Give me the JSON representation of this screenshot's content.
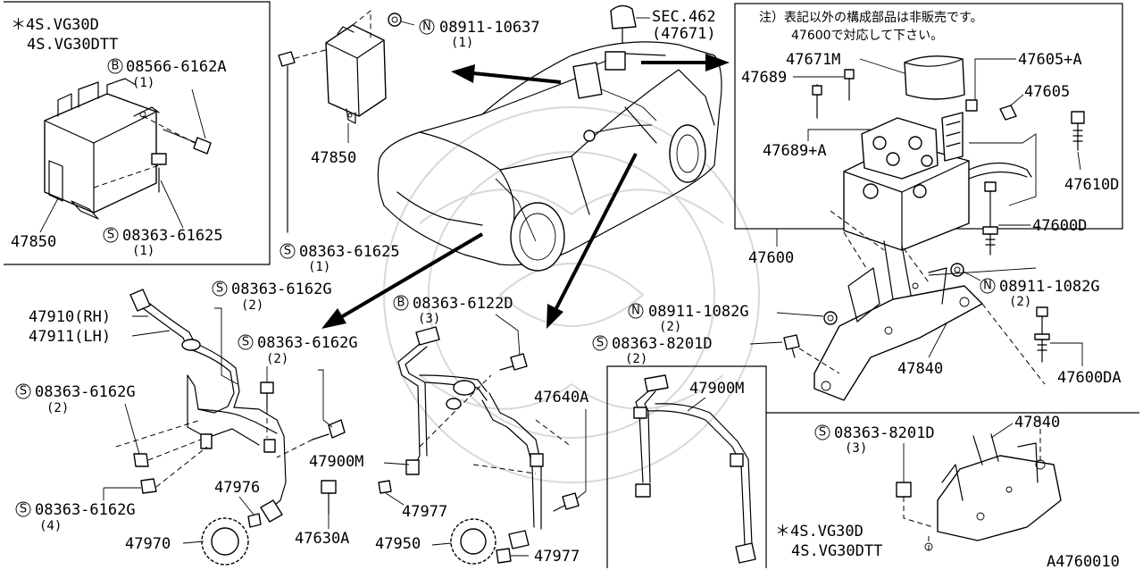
{
  "diagram_code": "A4760010",
  "note_jp": {
    "line1": "注）表記以外の構成部品は非販売です。",
    "line2": "47600で対応して下さい。"
  },
  "sec_ref": {
    "label": "SEC.462",
    "sub": "(47671)"
  },
  "insets": {
    "top_left": {
      "line1": "＊4S.VG30D",
      "line2": "4S.VG30DTT"
    },
    "bottom_right": {
      "line1": "＊4S.VG30D",
      "line2": "4S.VG30DTT"
    }
  },
  "prefix_symbols": {
    "N": "N",
    "B": "B",
    "S": "S"
  },
  "parts": {
    "p_47850_a": "47850",
    "p_b_08566": "08566-6162A",
    "p_b_08566_q": "(1)",
    "p_s_08363_61625_a": "08363-61625",
    "p_s_08363_61625_a_q": "(1)",
    "p_47850_b": "47850",
    "p_n_08911_10637": "08911-10637",
    "p_n_08911_10637_q": "(1)",
    "p_s_08363_61625_b": "08363-61625",
    "p_s_08363_61625_b_q": "(1)",
    "p_47671m": "47671M",
    "p_47689": "47689",
    "p_47605a": "47605+A",
    "p_47605": "47605",
    "p_47689a": "47689+A",
    "p_47610d": "47610D",
    "p_47600d": "47600D",
    "p_47600": "47600",
    "p_n_08911_1082g_a": "08911-1082G",
    "p_n_08911_1082g_a_q": "(2)",
    "p_n_08911_1082g_b": "08911-1082G",
    "p_n_08911_1082g_b_q": "(2)",
    "p_s_08363_8201d_a": "08363-8201D",
    "p_s_08363_8201d_a_q": "(2)",
    "p_47840_a": "47840",
    "p_47600da": "47600DA",
    "p_47910": "47910(RH)",
    "p_47911": "47911(LH)",
    "p_s_08363_6162g_a": "08363-6162G",
    "p_s_08363_6162g_a_q": "(2)",
    "p_s_08363_6162g_b": "08363-6162G",
    "p_s_08363_6162g_b_q": "(2)",
    "p_s_08363_6162g_c": "08363-6162G",
    "p_s_08363_6162g_c_q": "(2)",
    "p_s_08363_6162g_d": "08363-6162G",
    "p_s_08363_6162g_d_q": "(4)",
    "p_b_08363_6122d": "08363-6122D",
    "p_b_08363_6122d_q": "(3)",
    "p_47640a": "47640A",
    "p_47900m_a": "47900M",
    "p_47976": "47976",
    "p_47977_a": "47977",
    "p_47630a": "47630A",
    "p_47970": "47970",
    "p_47950": "47950",
    "p_47977_b": "47977",
    "p_47900m_b": "47900M",
    "p_s_08363_8201d_b": "08363-8201D",
    "p_s_08363_8201d_b_q": "(3)",
    "p_47840_b": "47840"
  }
}
